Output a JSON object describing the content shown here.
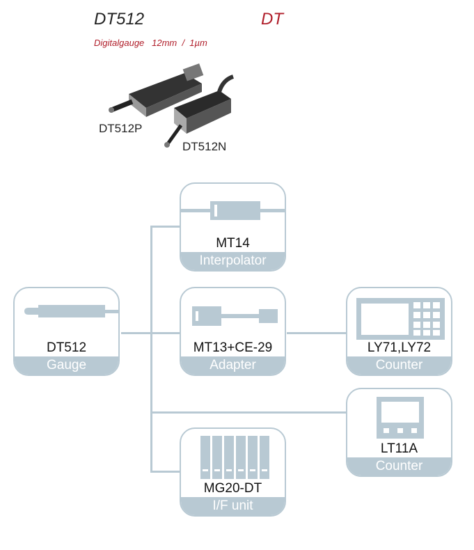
{
  "header": {
    "title": "DT512",
    "brand": "DT",
    "subtitle": "Digitalgauge   12mm  /  1µm"
  },
  "photo": {
    "labels": [
      "DT512P",
      "DT512N"
    ]
  },
  "nodes": [
    {
      "id": "gauge",
      "name": "DT512",
      "category": "Gauge",
      "icon": "gauge-probe-icon"
    },
    {
      "id": "interp",
      "name": "MT14",
      "category": "Interpolator",
      "icon": "cable-interpolator-icon"
    },
    {
      "id": "adapter",
      "name": "MT13+CE-29",
      "category": "Adapter",
      "icon": "adapter-cable-icon"
    },
    {
      "id": "counter1",
      "name": "LY71,LY72",
      "category": "Counter",
      "icon": "counter-display-keypad-icon"
    },
    {
      "id": "counter2",
      "name": "LT11A",
      "category": "Counter",
      "icon": "counter-display-icon"
    },
    {
      "id": "ifunit",
      "name": "MG20-DT",
      "category": "I/F unit",
      "icon": "rack-modules-icon"
    }
  ],
  "colors": {
    "line": "#b8c9d3",
    "accent": "#b01e2a"
  }
}
